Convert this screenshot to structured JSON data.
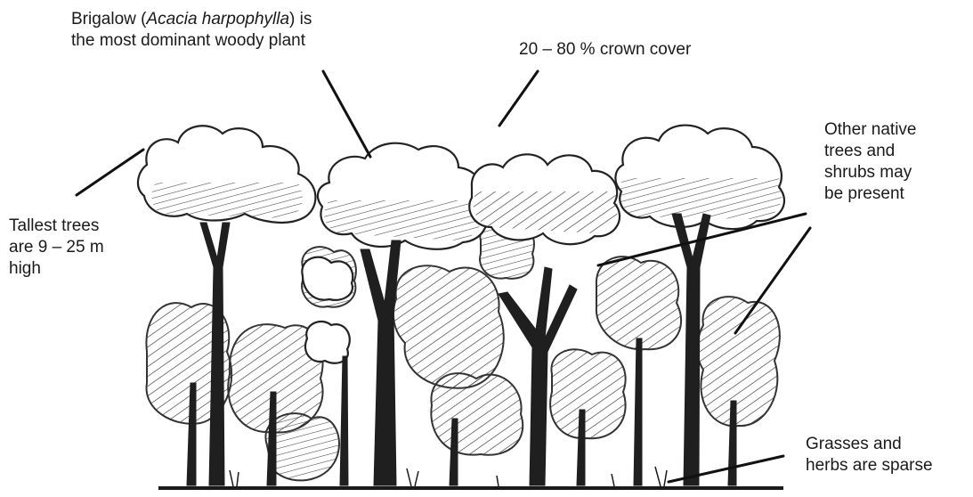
{
  "labels": {
    "brigalow": {
      "line1_pre": "Brigalow (",
      "line1_italic": "Acacia harpophylla",
      "line1_post": ") is",
      "line2": "the most dominant woody plant"
    },
    "crown_cover": "20 – 80 % crown cover",
    "other_native": [
      "Other native",
      "trees and",
      "shrubs may",
      "be present"
    ],
    "tallest": [
      "Tallest trees",
      "are 9 – 25 m",
      "high"
    ],
    "grasses": [
      "Grasses and",
      "herbs are sparse"
    ]
  },
  "colors": {
    "ink": "#1a1a1a",
    "background": "#ffffff"
  }
}
